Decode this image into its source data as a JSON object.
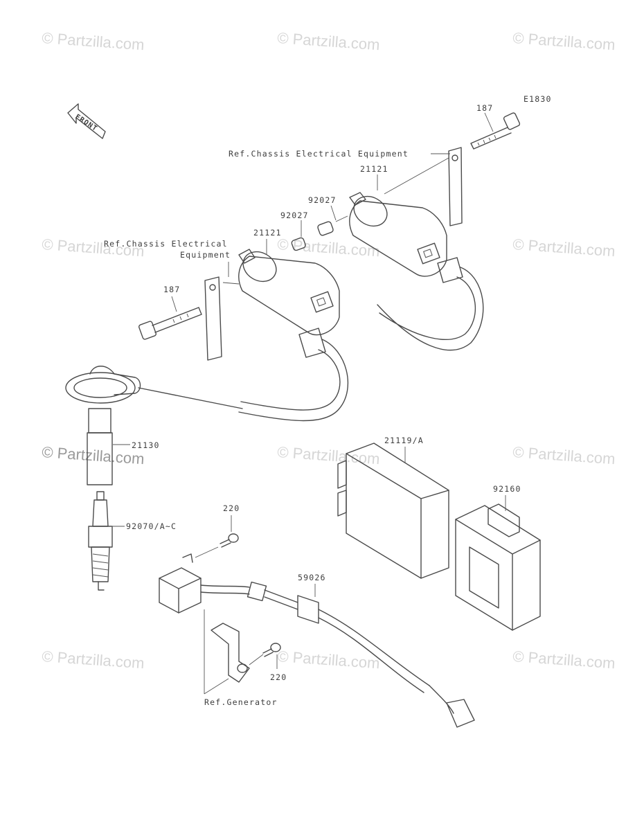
{
  "watermark": "© Partzilla.com",
  "diagram_code": "E1830",
  "front_label": "FRONT",
  "callouts": {
    "bolt_right": "187",
    "ref_chassis_right": "Ref.Chassis Electrical Equipment",
    "coil_right": "21121",
    "collar_right": "92027",
    "collar_left": "92027",
    "coil_left": "21121",
    "ref_chassis_left_line1": "Ref.Chassis Electrical",
    "ref_chassis_left_line2": "Equipment",
    "bolt_left": "187",
    "plug_cap": "21130",
    "igniter": "21119/A",
    "holder": "92160",
    "screw_top": "220",
    "spark_plug": "92070/A~C",
    "grommet": "59026",
    "screw_bottom": "220",
    "ref_generator": "Ref.Generator"
  },
  "colors": {
    "line": "#4a4a4a",
    "text": "#3d3d3d",
    "watermark": "#d6d6d6"
  }
}
